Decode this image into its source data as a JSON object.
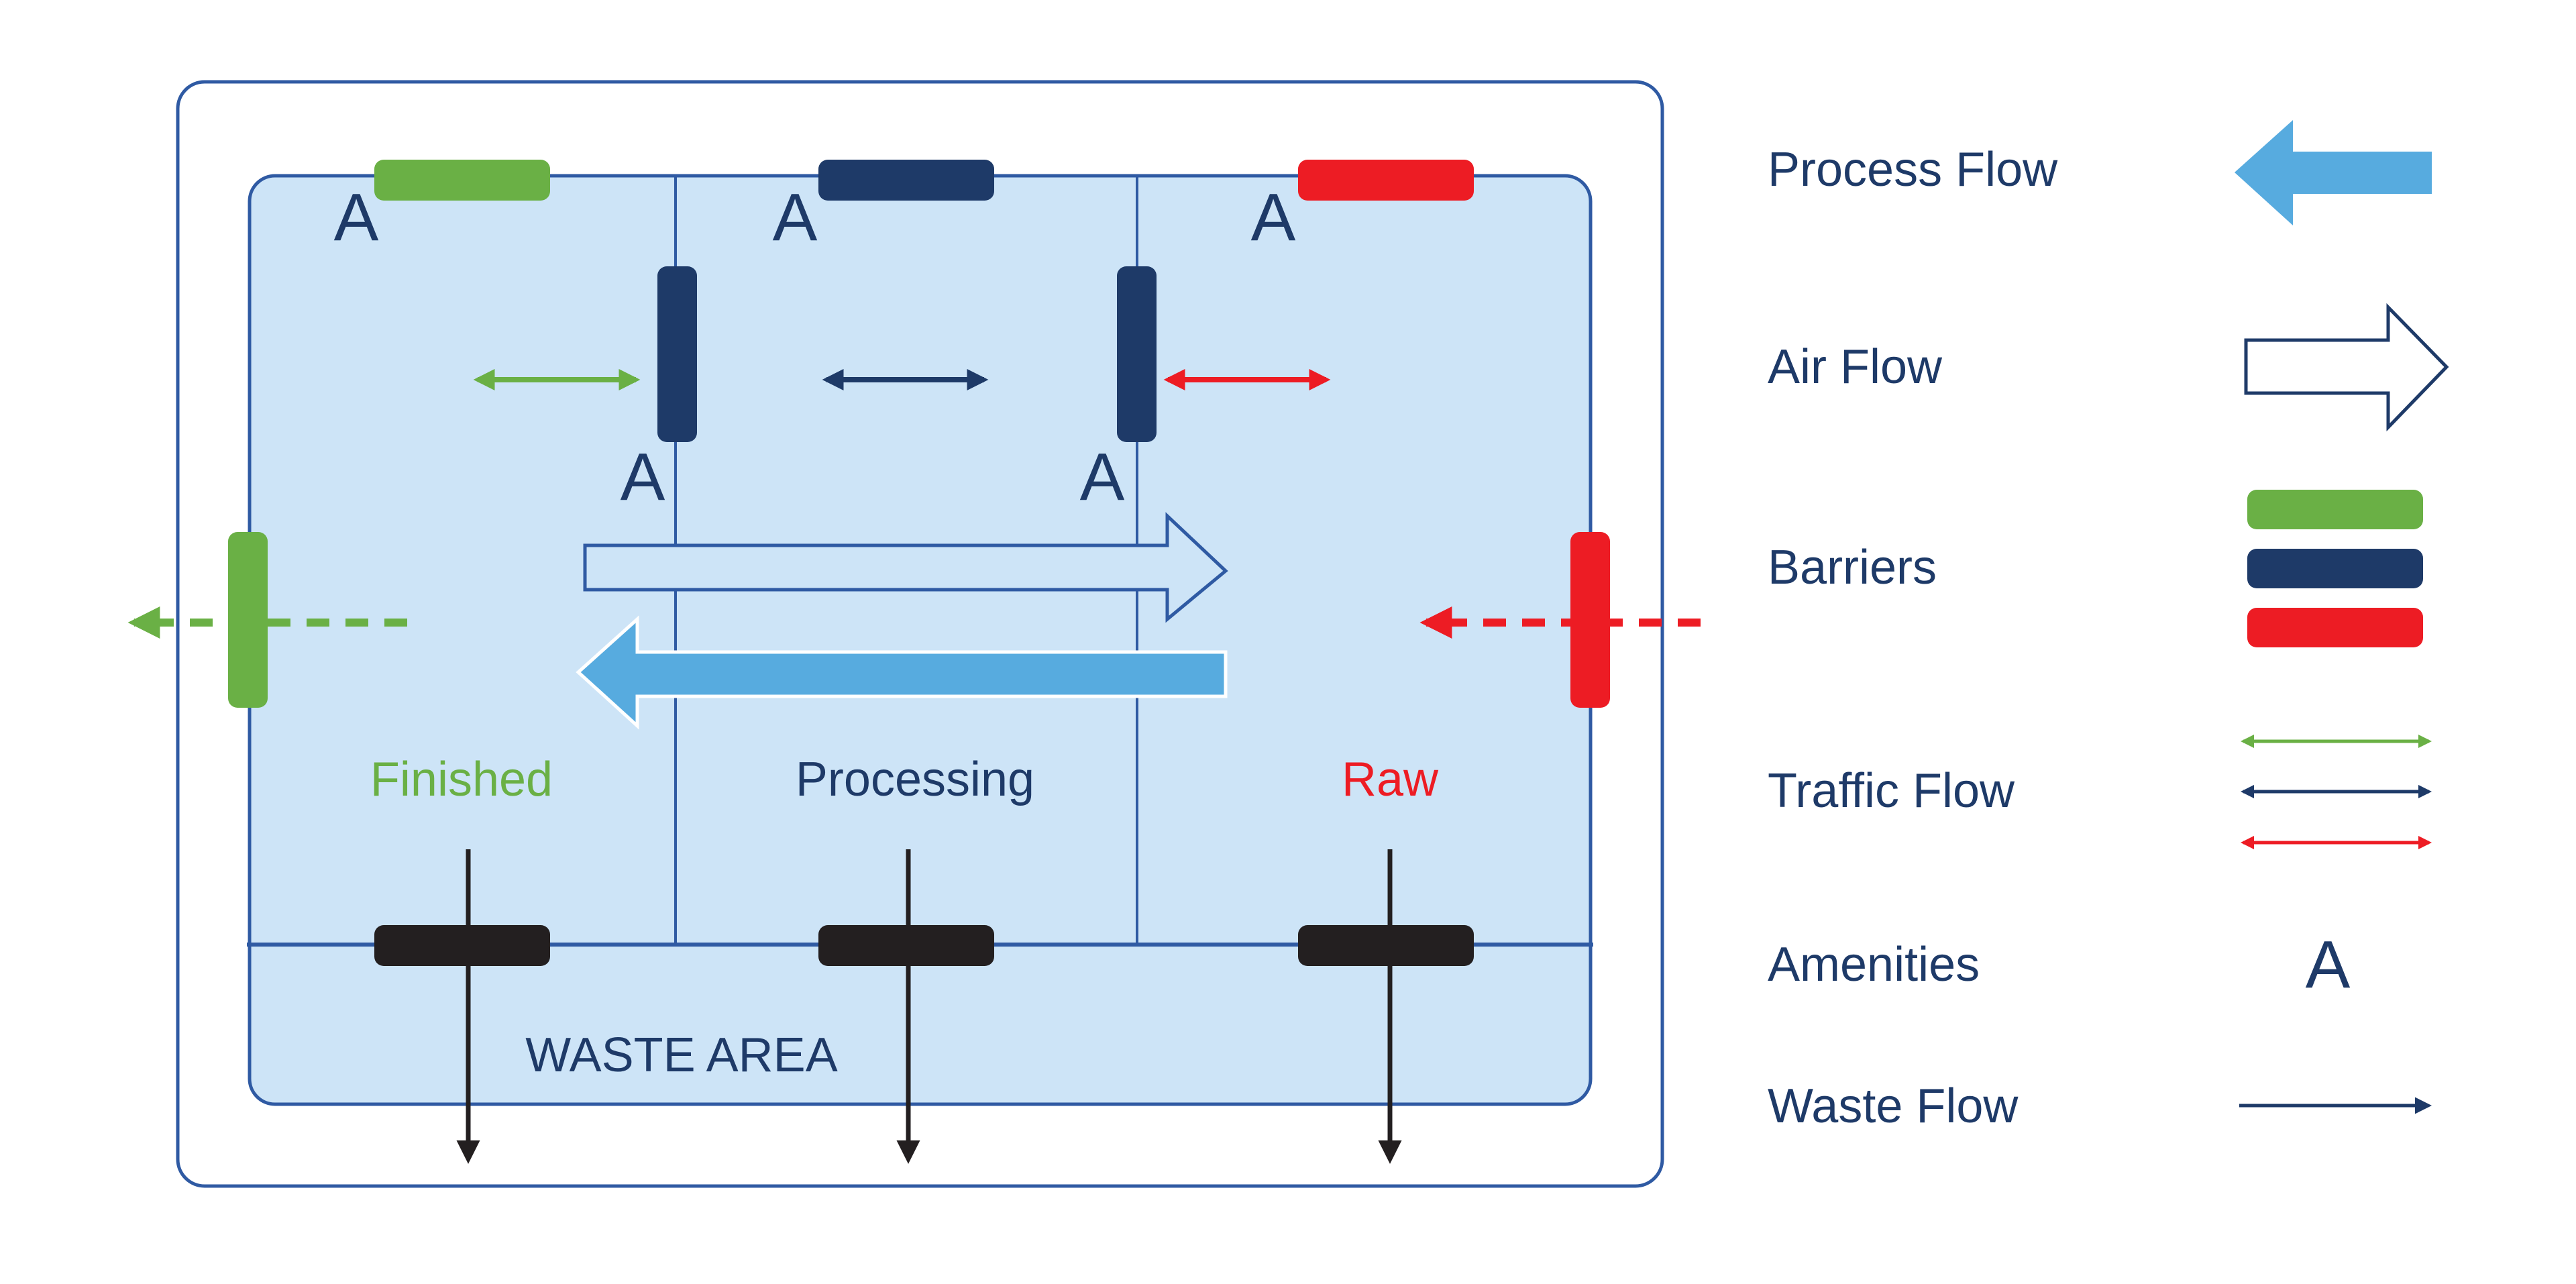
{
  "colors": {
    "outline": "#2f5aa3",
    "area_fill": "#cde4f7",
    "green": "#6ab045",
    "navy": "#1e3a68",
    "red": "#ed1c24",
    "black": "#231f20",
    "process_blue": "#57abdf",
    "text": "#1e3a68"
  },
  "zones": [
    {
      "id": "finished",
      "label": "Finished",
      "color_key": "green"
    },
    {
      "id": "processing",
      "label": "Processing",
      "color_key": "navy"
    },
    {
      "id": "raw",
      "label": "Raw",
      "color_key": "red"
    }
  ],
  "waste_area": {
    "label": "WASTE AREA"
  },
  "amenity_symbol": "A",
  "legend": {
    "items": [
      {
        "id": "process-flow",
        "label": "Process Flow",
        "icon": "filled-left-arrow"
      },
      {
        "id": "air-flow",
        "label": "Air Flow",
        "icon": "outlined-right-arrow"
      },
      {
        "id": "barriers",
        "label": "Barriers",
        "icon": "barrier-swatches",
        "swatches": [
          "green",
          "navy",
          "red"
        ]
      },
      {
        "id": "traffic-flow",
        "label": "Traffic Flow",
        "icon": "double-headed-arrows",
        "swatches": [
          "green",
          "navy",
          "red"
        ]
      },
      {
        "id": "amenities",
        "label": "Amenities",
        "icon": "letter-a",
        "symbol": "A"
      },
      {
        "id": "waste-flow",
        "label": "Waste Flow",
        "icon": "thin-right-arrow"
      }
    ]
  }
}
